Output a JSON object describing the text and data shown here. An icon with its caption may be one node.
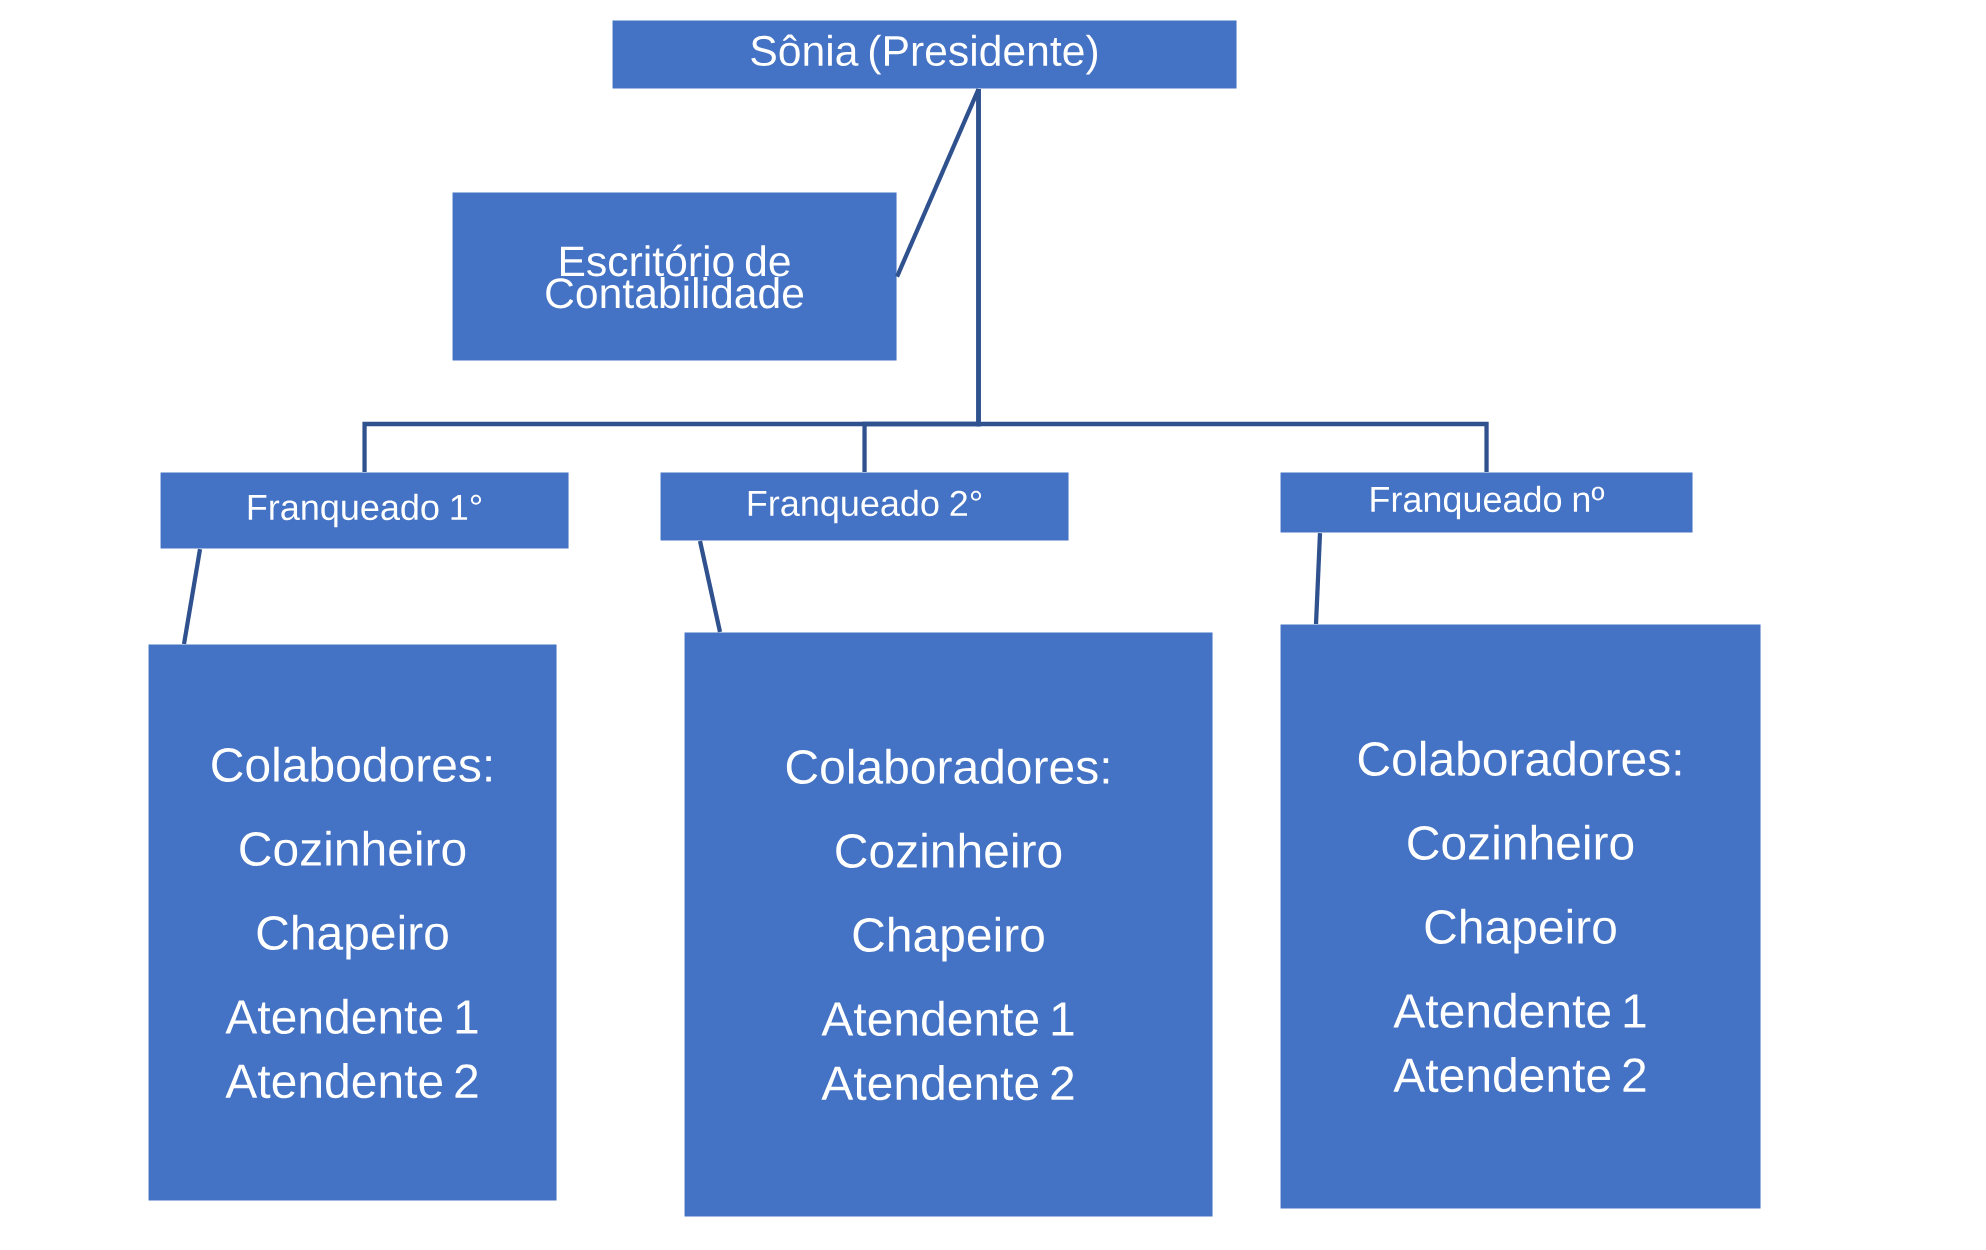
{
  "diagram": {
    "nodes": [
      {
        "text": [
          "Sônia (Presidente)"
        ]
      },
      {
        "text": [
          "Escritório de Contabilidade"
        ]
      },
      {
        "text": [
          "Franqueado 1°"
        ]
      },
      {
        "text": [
          "Franqueado 2°"
        ]
      },
      {
        "text": [
          "Franqueado nº"
        ]
      },
      {
        "text": [
          "Colabodores:",
          "Cozinheiro",
          "Chapeiro",
          "Atendente 1",
          "Atendente 2"
        ]
      },
      {
        "text": [
          "Colaboradores:",
          "Cozinheiro",
          "Chapeiro",
          "Atendente 1",
          "Atendente 2"
        ]
      },
      {
        "text": [
          "Colaboradores:",
          "Cozinheiro",
          "Chapeiro",
          "Atendente 1",
          "Atendente 2"
        ]
      }
    ],
    "edges": [
      {
        "from": 0,
        "to": 1,
        "arrow": "none"
      },
      {
        "from": 0,
        "to": 2,
        "arrow": "none"
      },
      {
        "from": 0,
        "to": 3,
        "arrow": "none"
      },
      {
        "from": 0,
        "to": 4,
        "arrow": "none"
      },
      {
        "from": 2,
        "to": 5,
        "arrow": "none"
      },
      {
        "from": 3,
        "to": 6,
        "arrow": "none"
      },
      {
        "from": 4,
        "to": 7,
        "arrow": "none"
      }
    ]
  }
}
